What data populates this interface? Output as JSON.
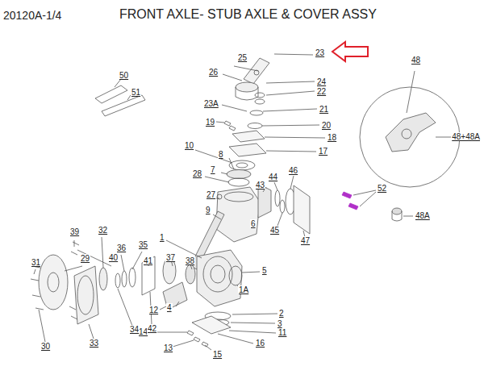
{
  "diagram": {
    "title": "FRONT AXLE- STUB AXLE & COVER ASSY",
    "labels": [
      "20120A-1/4",
      "50",
      "51",
      "25",
      "26",
      "23",
      "24",
      "22",
      "23A",
      "21",
      "19",
      "20",
      "18",
      "17",
      "10",
      "8",
      "7",
      "28",
      "44",
      "46",
      "43",
      "27",
      "9",
      "6",
      "45",
      "47",
      "48",
      "48+48A",
      "48A",
      "52",
      "1",
      "5",
      "1A",
      "39",
      "32",
      "29",
      "40",
      "36",
      "35",
      "41",
      "37",
      "38",
      "31",
      "12",
      "4",
      "2",
      "3",
      "11",
      "14",
      "13",
      "15",
      "16",
      "34",
      "42",
      "33",
      "30"
    ]
  }
}
